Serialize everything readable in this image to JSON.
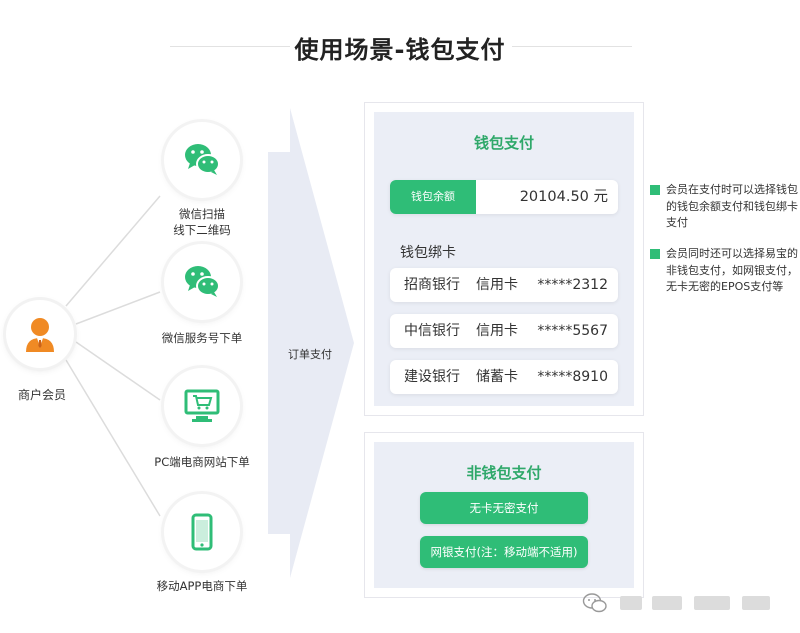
{
  "title": "使用场景-钱包支付",
  "user": {
    "label": "商户会员"
  },
  "channels": [
    {
      "label": "微信扫描\n线下二维码",
      "icon": "wechat-icon"
    },
    {
      "label": "微信服务号下单",
      "icon": "wechat-icon"
    },
    {
      "label": "PC端电商网站下单",
      "icon": "pc-shop-icon"
    },
    {
      "label": "移动APP电商下单",
      "icon": "mobile-phone-icon"
    }
  ],
  "flow_label": "订单支付",
  "wallet_panel": {
    "title": "钱包支付",
    "balance_label": "钱包余额",
    "balance_value": "20104.50 元",
    "bind_label": "钱包绑卡",
    "cards": [
      {
        "bank": "招商银行",
        "type": "信用卡",
        "number": "*****2312"
      },
      {
        "bank": "中信银行",
        "type": "信用卡",
        "number": "*****5567"
      },
      {
        "bank": "建设银行",
        "type": "储蓄卡",
        "number": "*****8910"
      }
    ]
  },
  "nonwallet_panel": {
    "title": "非钱包支付",
    "buttons": [
      "无卡无密支付",
      "网银支付(注：移动端不适用)"
    ]
  },
  "notes": [
    "会员在支付时可以选择钱包的钱包余额支付和钱包绑卡支付",
    "会员同时还可以选择易宝的非钱包支付，如网银支付，无卡无密的EPOS支付等"
  ],
  "colors": {
    "accent": "#2fbd77",
    "accent_text": "#2fa86a",
    "panel_bg": "#ebeef6",
    "arrow": "#e8ebf4"
  }
}
